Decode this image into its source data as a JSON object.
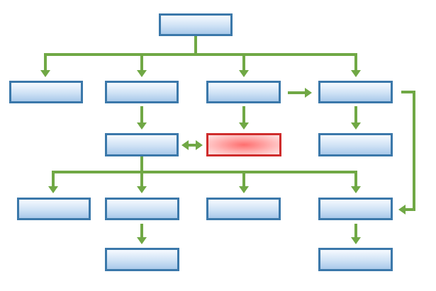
{
  "diagram": {
    "type": "org-chart",
    "colors": {
      "connector": "#70a845",
      "node_border": "#3b78aa",
      "node_fill": "#c4dcf2",
      "highlight_border": "#cf2c2c",
      "highlight_fill": "#ff8a8a"
    },
    "nodes": [
      {
        "id": "root",
        "label": "",
        "highlight": false
      },
      {
        "id": "l1-a",
        "label": "",
        "highlight": false
      },
      {
        "id": "l1-b",
        "label": "",
        "highlight": false
      },
      {
        "id": "l1-c",
        "label": "",
        "highlight": false
      },
      {
        "id": "l1-d",
        "label": "",
        "highlight": false
      },
      {
        "id": "l2-b",
        "label": "",
        "highlight": false
      },
      {
        "id": "l2-c",
        "label": "",
        "highlight": true
      },
      {
        "id": "l2-d",
        "label": "",
        "highlight": false
      },
      {
        "id": "l3-a",
        "label": "",
        "highlight": false
      },
      {
        "id": "l3-b",
        "label": "",
        "highlight": false
      },
      {
        "id": "l3-c",
        "label": "",
        "highlight": false
      },
      {
        "id": "l3-d",
        "label": "",
        "highlight": false
      },
      {
        "id": "l4-b",
        "label": "",
        "highlight": false
      },
      {
        "id": "l4-d",
        "label": "",
        "highlight": false
      }
    ],
    "edges": [
      {
        "from": "root",
        "to": "l1-a",
        "kind": "directed"
      },
      {
        "from": "root",
        "to": "l1-b",
        "kind": "directed"
      },
      {
        "from": "root",
        "to": "l1-c",
        "kind": "directed"
      },
      {
        "from": "root",
        "to": "l1-d",
        "kind": "directed"
      },
      {
        "from": "l1-c",
        "to": "l1-d",
        "kind": "directed"
      },
      {
        "from": "l1-b",
        "to": "l2-b",
        "kind": "directed"
      },
      {
        "from": "l1-c",
        "to": "l2-c",
        "kind": "directed"
      },
      {
        "from": "l1-d",
        "to": "l2-d",
        "kind": "directed"
      },
      {
        "from": "l2-b",
        "to": "l2-c",
        "kind": "bidirectional"
      },
      {
        "from": "l2-b",
        "to": "l3-a",
        "kind": "directed"
      },
      {
        "from": "l2-b",
        "to": "l3-b",
        "kind": "directed"
      },
      {
        "from": "l2-b",
        "to": "l3-c",
        "kind": "directed"
      },
      {
        "from": "l2-b",
        "to": "l3-d",
        "kind": "directed"
      },
      {
        "from": "l1-d",
        "to": "l3-d",
        "kind": "directed"
      },
      {
        "from": "l3-b",
        "to": "l4-b",
        "kind": "directed"
      },
      {
        "from": "l3-d",
        "to": "l4-d",
        "kind": "directed"
      }
    ]
  }
}
